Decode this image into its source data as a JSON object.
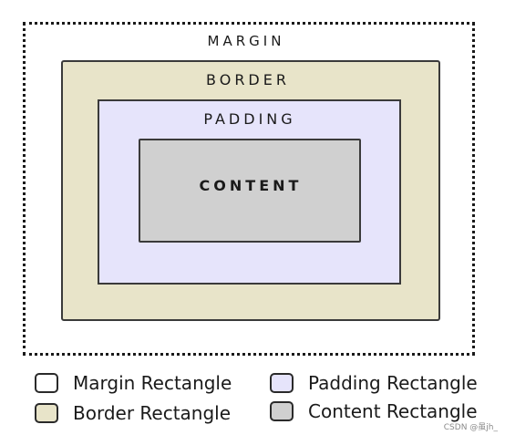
{
  "boxes": {
    "margin": {
      "label": "MARGIN",
      "color": "#ffffff"
    },
    "border": {
      "label": "BORDER",
      "color": "#e8e4c9"
    },
    "padding": {
      "label": "PADDING",
      "color": "#e6e4fb"
    },
    "content": {
      "label": "CONTENT",
      "color": "#d0d0d0"
    }
  },
  "legend": {
    "margin": "Margin Rectangle",
    "border": "Border Rectangle",
    "padding": "Padding Rectangle",
    "content": "Content Rectangle"
  },
  "watermark": "CSDN @虽jh_"
}
